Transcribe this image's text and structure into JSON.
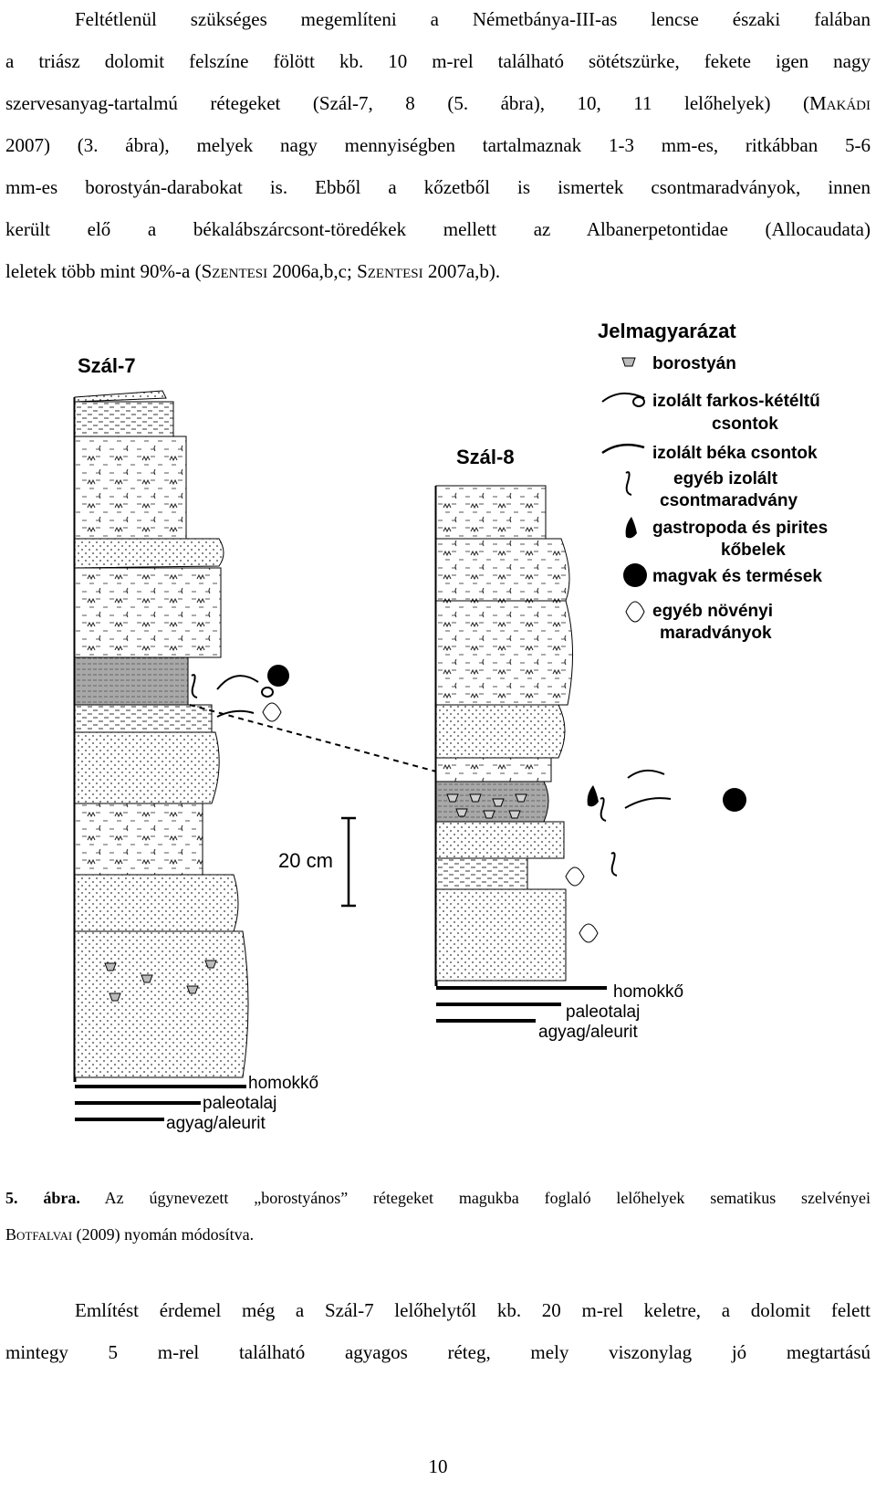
{
  "paragraph1": {
    "lines": [
      "Feltétlenül szükséges megemlíteni a Németbánya-III-as lencse északi falában",
      "a triász dolomit felszíne fölött kb. 10 m-rel található sötétszürke, fekete igen nagy",
      "szervesanyag-tartalmú rétegeket (Szál-7, 8 (5. ábra), 10, 11 lelőhelyek) (",
      "2007) (3. ábra), melyek nagy mennyiségben tartalmaznak 1-3 mm-es, ritkábban 5-6",
      "mm-es borostyán-darabokat is. Ebből a kőzetből is ismertek csontmaradványok, innen",
      "került elő a békalábszárcsont-töredékek mellett az Albanerpetontidae (Allocaudata)",
      "leletek több mint 90%-a ("
    ],
    "makadi": "Makádi",
    "szentesi1": "Szentesi",
    "cite1": " 2006a,b,c; ",
    "szentesi2": "Szentesi",
    "cite2": " 2007a,b)."
  },
  "figure": {
    "section_left": "Szál-7",
    "section_right": "Szál-8",
    "scale_label": "20 cm",
    "legend_title": "Jelmagyarázat",
    "legend": [
      {
        "key": "amber",
        "lines": [
          "borostyán"
        ]
      },
      {
        "key": "salamander",
        "lines": [
          "izolált farkos-kétéltű",
          "csontok"
        ]
      },
      {
        "key": "frog",
        "lines": [
          "izolált béka  csontok"
        ]
      },
      {
        "key": "bone",
        "lines": [
          "egyéb izolált",
          "csontmaradvány"
        ]
      },
      {
        "key": "gastropod",
        "lines": [
          "gastropoda és pirites",
          "kőbelek"
        ]
      },
      {
        "key": "seed",
        "lines": [
          "magvak és termések"
        ]
      },
      {
        "key": "leaf",
        "lines": [
          "egyéb növényi",
          "maradványok"
        ]
      }
    ],
    "lithology_left": [
      "homokkő",
      "paleotalaj",
      "agyag/aleurit"
    ],
    "lithology_right": [
      "homokkő",
      "paleotalaj",
      "agyag/aleurit"
    ]
  },
  "caption": {
    "label": "5. ábra.",
    "line1": " Az úgynevezett „borostyános” rétegeket magukba foglaló lelőhelyek sematikus szelvényei",
    "author": "Botfalvai",
    "line2": " (2009) nyomán módosítva."
  },
  "paragraph2": {
    "lines": [
      "Említést érdemel még a Szál-7 lelőhelytől kb. 20 m-rel keletre, a dolomit felett",
      "mintegy 5 m-rel található agyagos réteg, mely viszonylag jó megtartású"
    ]
  },
  "page_number": "10"
}
